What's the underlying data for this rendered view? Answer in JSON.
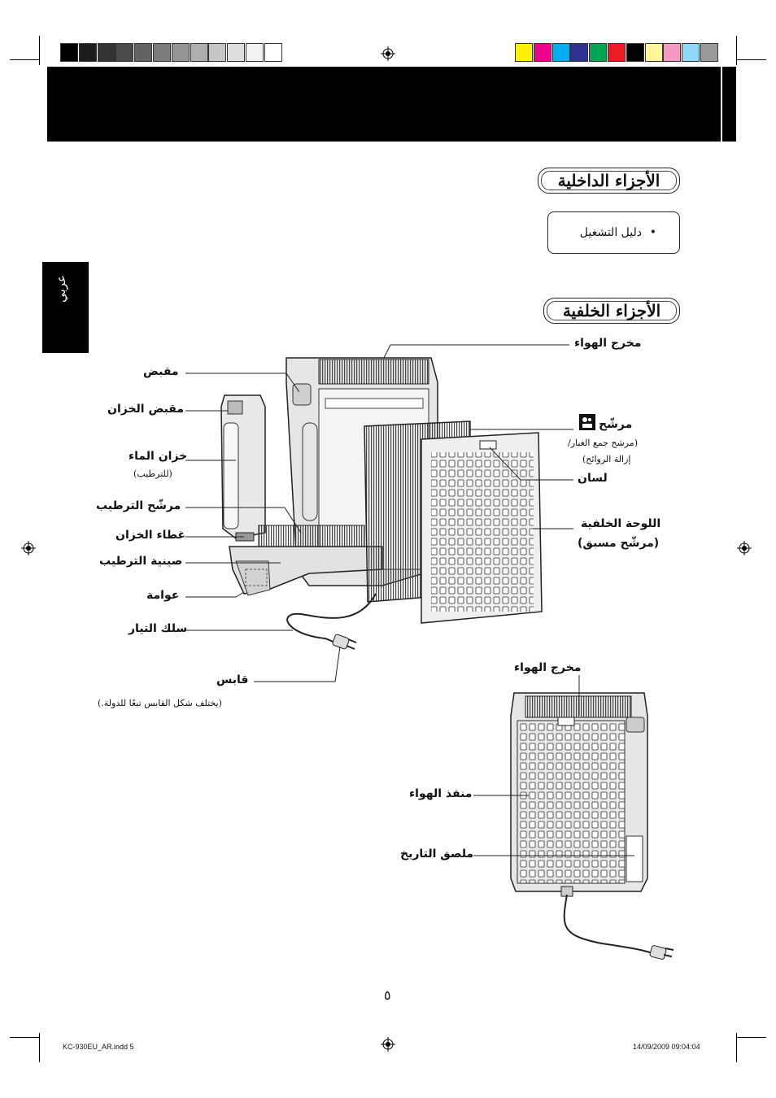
{
  "sidebar": {
    "language_tab": "عربي"
  },
  "section_internal": {
    "title": "الأجزاء الداخلية",
    "bullet": "•",
    "item": "دليل التشغيل"
  },
  "section_rear": {
    "title": "الأجزاء الخلفية"
  },
  "diagram_labels": {
    "air_outlet_top": "مخرج الهواء",
    "handle": "مقبض",
    "tank_handle": "مقبض الخزان",
    "water_tank": "خزان الماء",
    "water_tank_note": "(للترطيب)",
    "humidifying_filter": "مرشّح الترطيب",
    "tank_cap": "غطاء الخزان",
    "humidifying_tray": "صينية الترطيب",
    "float": "عوامة",
    "power_cord": "سلك التيار",
    "plug": "قابس",
    "plug_note": "(يختلف شكل القابس تبعًا للدولة.)",
    "filter": "مرشّح",
    "filter_note_1": "(مرشح جمع الغبار/",
    "filter_note_2": "إزالة الروائح)",
    "tab": "لسان",
    "back_panel": "اللوحة الخلفية",
    "back_panel_note": "(مرشّح مسبق)",
    "air_outlet_rear": "مخرج الهواء",
    "air_inlet": "منفذ الهواء",
    "date_label": "ملصق التاريخ"
  },
  "page_number": "٥",
  "footer": {
    "file": "KC-930EU_AR.indd   5",
    "timestamp": "14/09/2009   09:04:04"
  },
  "swatches": {
    "gray": [
      "#000000",
      "#1c1c1c",
      "#333333",
      "#4a4a4a",
      "#636363",
      "#7c7c7c",
      "#959595",
      "#aeaeae",
      "#c6c6c6",
      "#dedede",
      "#f2f2f2",
      "#ffffff"
    ],
    "color": [
      "#fff200",
      "#ec008c",
      "#00aeef",
      "#2e3192",
      "#00a651",
      "#ed1c24",
      "#000000",
      "#fff799",
      "#f49ac1",
      "#8fd8f8",
      "#999999"
    ]
  }
}
